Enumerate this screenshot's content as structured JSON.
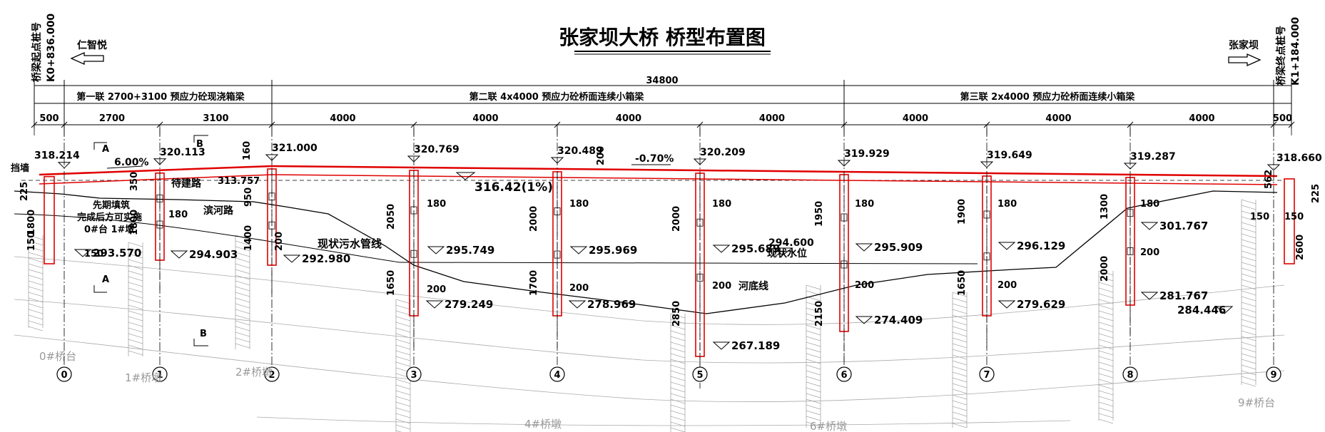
{
  "title": "张家坝大桥  桥型布置图",
  "start_station": {
    "label": "桥梁起点桩号",
    "value": "K0+836.000"
  },
  "end_station": {
    "label": "桥梁终点桩号",
    "value": "K1+184.000"
  },
  "direction_left": "仁智悦",
  "direction_right": "张家坝",
  "total_length": "34800",
  "spans": [
    {
      "label": "第一联 2700+3100 预应力砼现浇箱梁"
    },
    {
      "label": "第二联 4x4000 预应力砼桥面连续小箱梁"
    },
    {
      "label": "第三联 2x4000 预应力砼桥面连续小箱梁"
    }
  ],
  "span_dims": [
    "500",
    "2700",
    "3100",
    "4000",
    "4000",
    "4000",
    "4000",
    "4000",
    "4000",
    "4000",
    "500"
  ],
  "deck_elevations": [
    "318.214",
    "320.113",
    "321.000",
    "320.769",
    "320.489",
    "320.209",
    "319.929",
    "319.649",
    "319.287",
    "318.660"
  ],
  "slope_left": "6.00%",
  "slope_right": "-0.70%",
  "dim_160": "160",
  "dim_200_top": "200",
  "flood_level": "316.42(1%)",
  "water_level_label": "现状水位",
  "water_level": "294.600",
  "river_bed_label": "河底线",
  "sewer_label": "现状污水管线",
  "road_future": "待建路",
  "road_binhe": "滨河路",
  "road_elev": "313.757",
  "retaining_wall": "挡墙",
  "note_lines": [
    "先期填筑",
    "完成后方可实施",
    "0#台 1#墩"
  ],
  "section_labels": {
    "a": "A",
    "b": "B"
  },
  "abutment_left": "0#桥台",
  "abutment_right": "9#桥台",
  "pier_labels": [
    "1#桥墩",
    "2#桥墩",
    "4#桥墩",
    "6#桥墩"
  ],
  "axis_numbers": [
    "0",
    "1",
    "2",
    "3",
    "4",
    "5",
    "6",
    "7",
    "8",
    "9"
  ],
  "pile_top_elevs": [
    "293.570",
    "294.903",
    "292.980",
    "295.749",
    "295.969",
    "295.689",
    "295.909",
    "296.129",
    "301.767"
  ],
  "pile_bottom_elevs": [
    "279.249",
    "278.969",
    "267.189",
    "274.409",
    "279.629",
    "281.767",
    "284.446"
  ],
  "vertical_dims": [
    "225",
    "1800",
    "150",
    "150",
    "350",
    "1800",
    "180",
    "950",
    "1400",
    "200",
    "2050",
    "1650",
    "180",
    "200",
    "2000",
    "1700",
    "180",
    "200",
    "2000",
    "2850",
    "180",
    "200",
    "1950",
    "2150",
    "180",
    "200",
    "1900",
    "1650",
    "180",
    "200",
    "1300",
    "2000",
    "180",
    "200",
    "562",
    "150",
    "150",
    "2600",
    "225"
  ],
  "colors": {
    "structure": "#e00000",
    "lines": "#000000",
    "geology": "#9a9a9a"
  }
}
